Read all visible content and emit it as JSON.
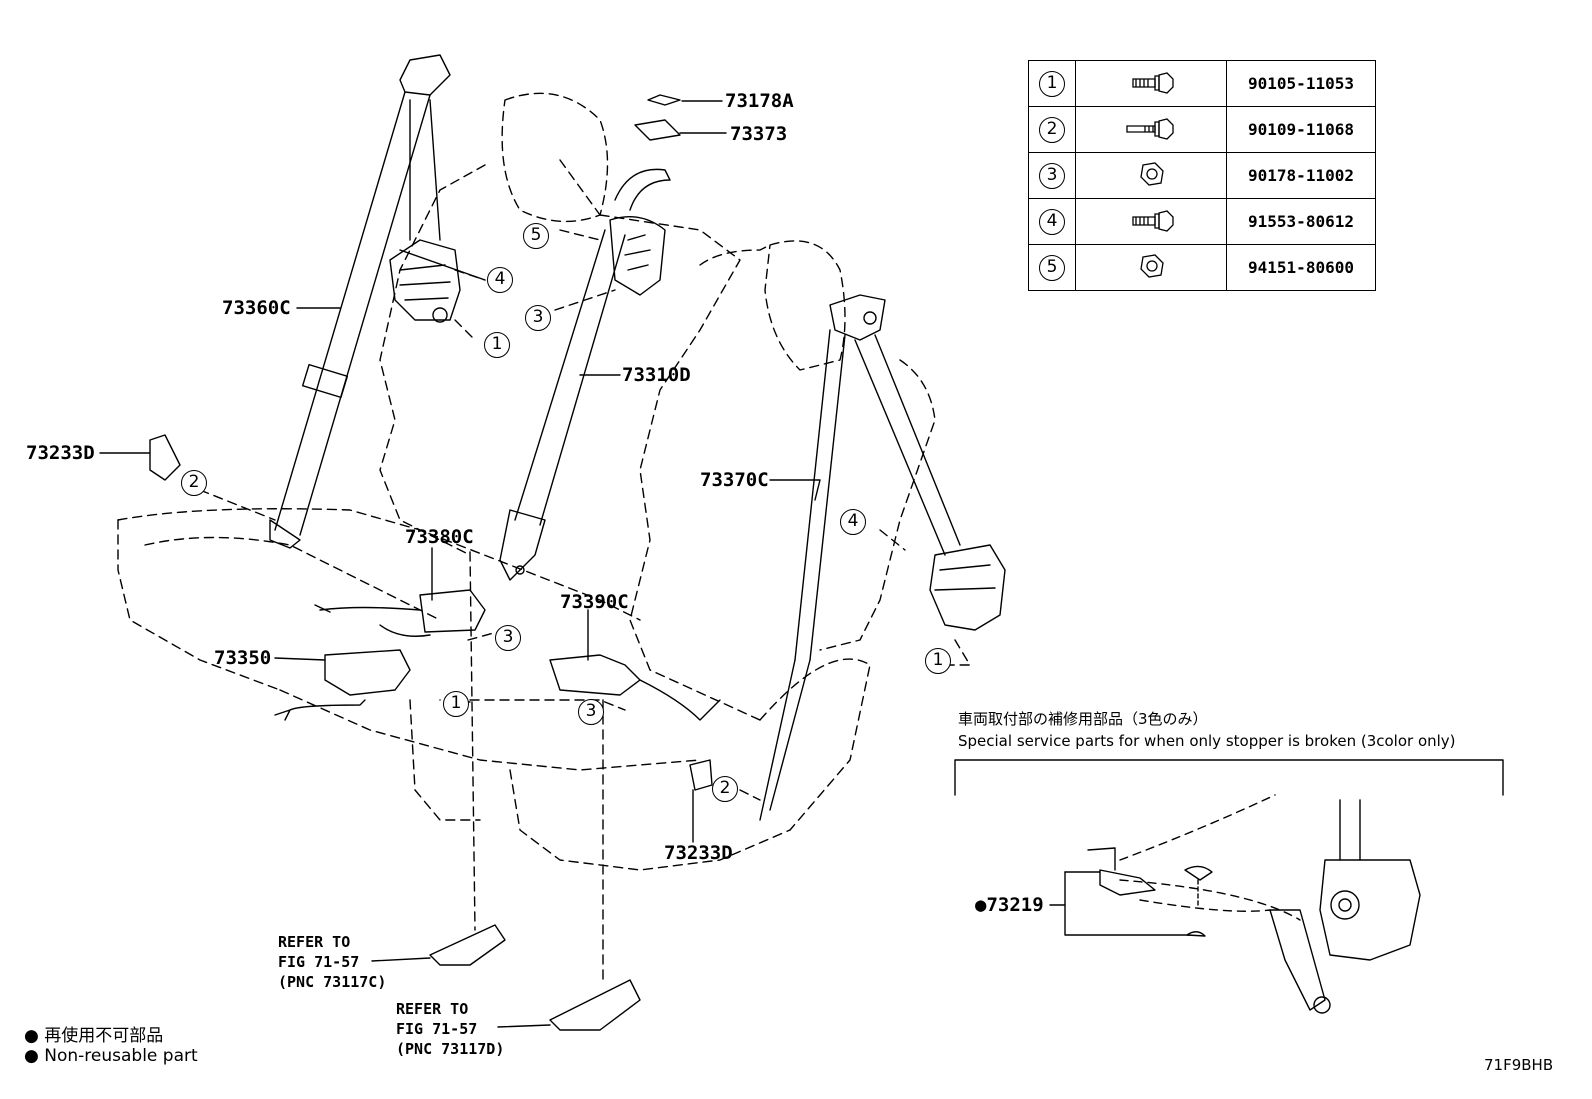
{
  "labels": {
    "p73178A": "73178A",
    "p73373": "73373",
    "p73360C": "73360C",
    "p73310D": "73310D",
    "p73233D_left": "73233D",
    "p73370C": "73370C",
    "p73380C": "73380C",
    "p73390C": "73390C",
    "p73350": "73350",
    "p73233D_bottom": "73233D",
    "p73219": "73219"
  },
  "callouts": {
    "one": "1",
    "two": "2",
    "three": "3",
    "four": "4",
    "five": "5"
  },
  "references": {
    "ref1": {
      "line1": "REFER TO",
      "line2": "FIG 71-57",
      "line3": "(PNC 73117C)"
    },
    "ref2": {
      "line1": "REFER TO",
      "line2": "FIG 71-57",
      "line3": "(PNC 73117D)"
    }
  },
  "fasteners": [
    {
      "num": "1",
      "part": "90105-11053",
      "icon": "bolt-icon"
    },
    {
      "num": "2",
      "part": "90109-11068",
      "icon": "long-bolt-icon"
    },
    {
      "num": "3",
      "part": "90178-11002",
      "icon": "nut-icon"
    },
    {
      "num": "4",
      "part": "91553-80612",
      "icon": "bolt-icon"
    },
    {
      "num": "5",
      "part": "94151-80600",
      "icon": "nut-icon"
    }
  ],
  "special": {
    "title_jp": "車両取付部の補修用部品（3色のみ）",
    "title_en": "Special service parts for when only stopper is broken (3color only)"
  },
  "legend": {
    "jp": "再使用不可部品",
    "en": "Non-reusable part",
    "bullet": "●"
  },
  "figure_code": "71F9BHB"
}
